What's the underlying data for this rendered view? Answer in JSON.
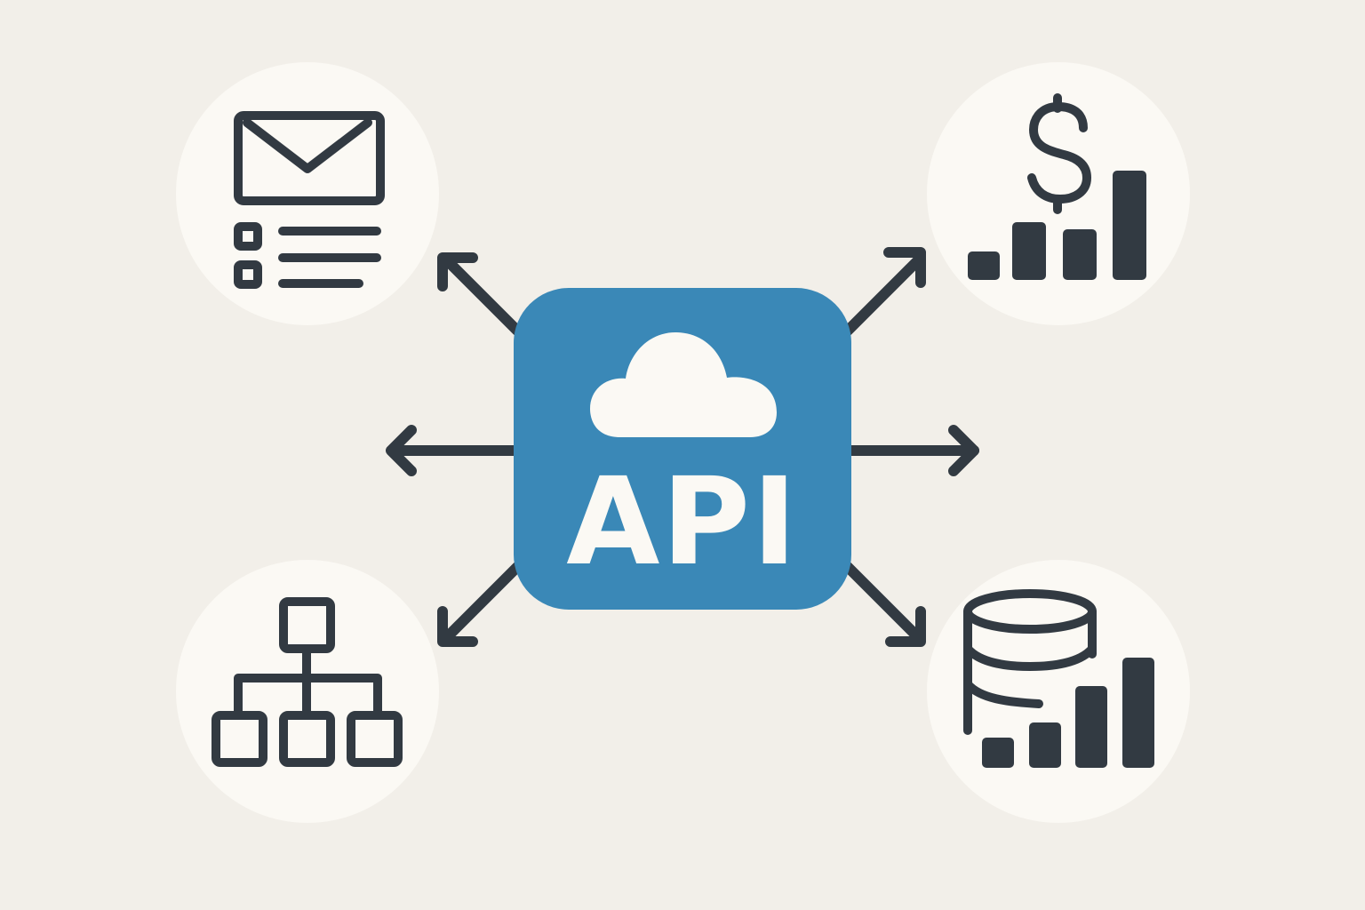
{
  "diagram": {
    "type": "hub-and-spoke",
    "hub": {
      "label": "API",
      "icon": "cloud-icon",
      "color": "#3a88b7"
    },
    "arrow_color": "#323a42",
    "background": "#f2efe9",
    "node_fill": "#fbf9f4",
    "nodes": [
      {
        "position": "top-left",
        "icon": "email-list-icon"
      },
      {
        "position": "top-right",
        "icon": "dollar-bar-chart-icon"
      },
      {
        "position": "bottom-left",
        "icon": "org-hierarchy-icon"
      },
      {
        "position": "bottom-right",
        "icon": "database-bar-chart-icon"
      }
    ],
    "arrows": [
      {
        "direction": "up-left"
      },
      {
        "direction": "left"
      },
      {
        "direction": "down-left"
      },
      {
        "direction": "up-right"
      },
      {
        "direction": "right"
      },
      {
        "direction": "down-right"
      }
    ]
  }
}
